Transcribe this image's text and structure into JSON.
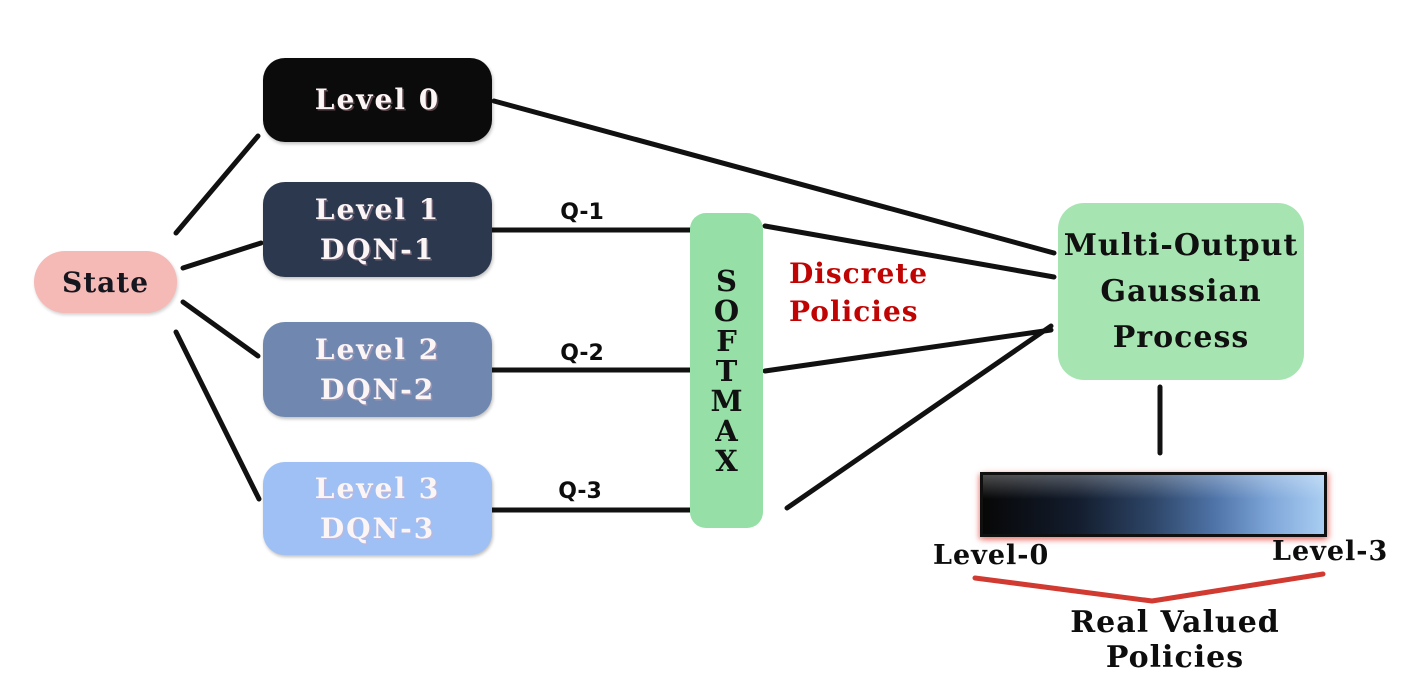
{
  "colors": {
    "background": "#ffffff",
    "state_fill": "#f5b9b6",
    "level0_fill": "#0b0b0b",
    "level1_fill": "#2c384d",
    "level2_fill": "#7088af",
    "level3_fill": "#9ec0f4",
    "softmax_fill": "#96dfa6",
    "gaussian_fill": "#a6e5b1",
    "box_text": "#fbf5f5",
    "edge_color": "#111111",
    "red_text": "#c00404",
    "red_line": "#d03a30",
    "bar_start": "#070707",
    "bar_end": "#a9cdf2"
  },
  "state": {
    "label": "State"
  },
  "levels": [
    {
      "line1": "Level 0",
      "line2": ""
    },
    {
      "line1": "Level 1",
      "line2": "DQN-1"
    },
    {
      "line1": "Level 2",
      "line2": "DQN-2"
    },
    {
      "line1": "Level 3",
      "line2": "DQN-3"
    }
  ],
  "q_labels": {
    "q1": "Q-1",
    "q2": "Q-2",
    "q3": "Q-3"
  },
  "softmax": {
    "label": "SOFTMAX"
  },
  "discrete_policies": {
    "line1": "Discrete",
    "line2": "Policies"
  },
  "gaussian_process": {
    "line1": "Multi-Output",
    "line2": "Gaussian",
    "line3": "Process"
  },
  "gradient_bar": {
    "left_label": "Level-0",
    "right_label": "Level-3"
  },
  "real_valued_policies": {
    "label": "Real Valued Policies"
  }
}
